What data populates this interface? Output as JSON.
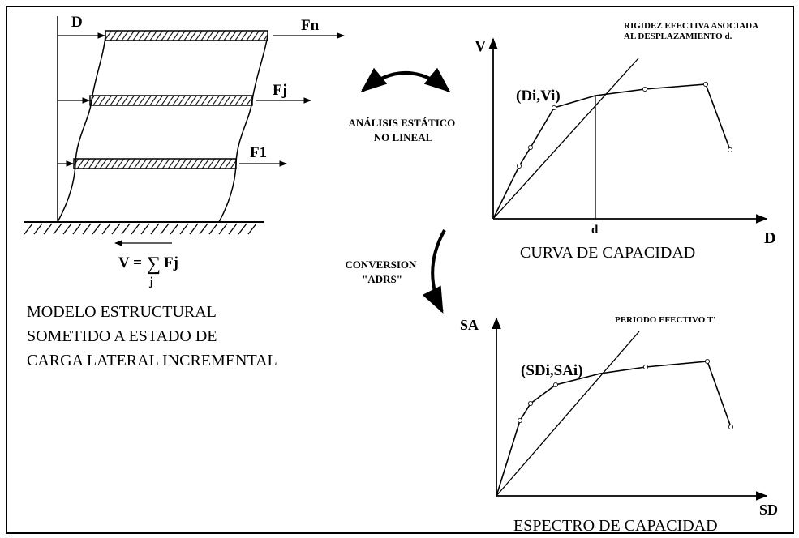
{
  "model": {
    "label_D": "D",
    "label_Fn": "Fn",
    "label_Fj": "Fj",
    "label_F1": "F1",
    "base_shear_V": "V =",
    "base_shear_sum": "∑",
    "base_shear_index": "j",
    "base_shear_F": "Fj",
    "caption_lines": [
      "MODELO ESTRUCTURAL",
      "SOMETIDO A ESTADO DE",
      "CARGA LATERAL INCREMENTAL"
    ]
  },
  "process": {
    "pushover_lines": [
      "ANÁLISIS ESTÁTICO",
      "NO LINEAL"
    ],
    "conversion_lines": [
      "CONVERSION",
      "\"ADRS\""
    ]
  },
  "capacity_curve": {
    "y_axis_label": "V",
    "x_axis_label": "D",
    "point_label": "(Di,Vi)",
    "d_tick_label": "d",
    "stiffness_note_lines": [
      "RIGIDEZ EFECTIVA ASOCIADA",
      "AL DESPLAZAMIENTO d."
    ],
    "title": "CURVA DE CAPACIDAD"
  },
  "capacity_spectrum": {
    "y_axis_label": "SA",
    "x_axis_label": "SD",
    "point_label": "(SDi,SAi)",
    "period_note": "PERIODO EFECTIVO T'",
    "title": "ESPECTRO DE CAPACIDAD"
  },
  "colors": {
    "ink": "#000000",
    "background": "#ffffff",
    "hatch": "#000000"
  }
}
